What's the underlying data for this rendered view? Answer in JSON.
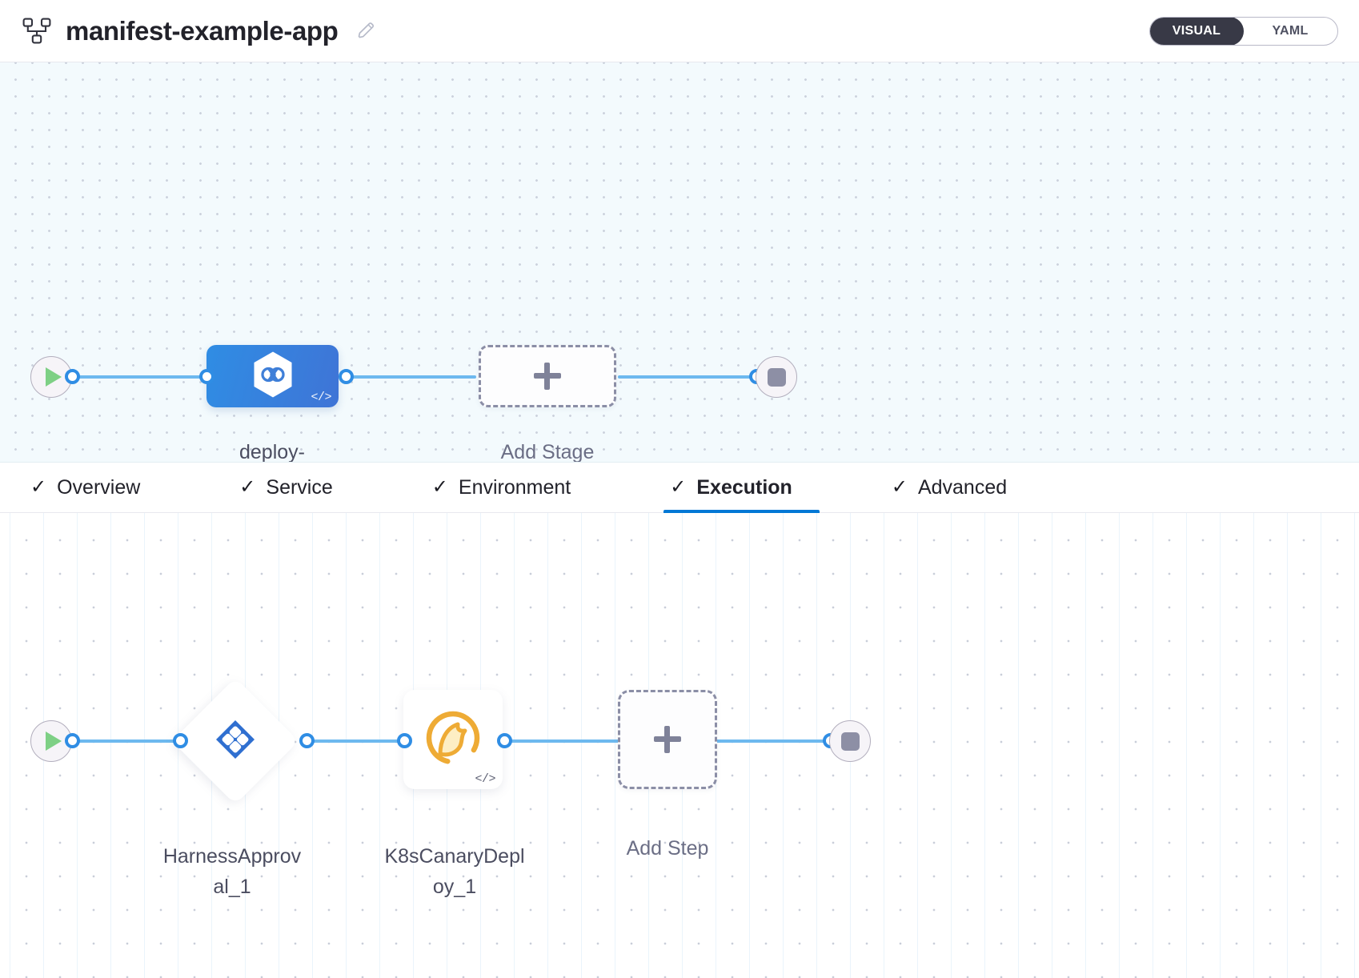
{
  "header": {
    "pipeline_icon": "pipeline-hierarchy-icon",
    "title": "manifest-example-app",
    "edit_icon": "pencil-edit-icon",
    "mode_toggle": {
      "options": [
        {
          "label": "VISUAL",
          "active": true
        },
        {
          "label": "YAML",
          "active": false
        }
      ],
      "active_bg": "#383946",
      "active_fg": "#ffffff"
    }
  },
  "stage_canvas": {
    "background": "#f3fafd",
    "start_node": {
      "icon": "play-icon",
      "color": "#7ed085"
    },
    "end_node": {
      "icon": "stop-icon",
      "color": "#8d8fa5"
    },
    "stage": {
      "label": "deploy-\nguestbook",
      "icon": "harness-deployment-hexagon-icon",
      "code_badge": "</>",
      "gradient_from": "#2f8de4",
      "gradient_to": "#3f74d6"
    },
    "add_stage": {
      "label": "Add Stage",
      "icon": "plus-icon"
    }
  },
  "tabs": [
    {
      "label": "Overview",
      "check": "✓",
      "active": false
    },
    {
      "label": "Service",
      "check": "✓",
      "active": false
    },
    {
      "label": "Environment",
      "check": "✓",
      "active": false
    },
    {
      "label": "Execution",
      "check": "✓",
      "active": true
    },
    {
      "label": "Advanced",
      "check": "✓",
      "active": false
    }
  ],
  "tab_accent": "#0278d5",
  "step_canvas": {
    "background": "#ffffff",
    "start_node": {
      "icon": "play-icon",
      "color": "#7ed085"
    },
    "end_node": {
      "icon": "stop-icon",
      "color": "#8d8fa5"
    },
    "steps": [
      {
        "label": "HarnessApprov\nal_1",
        "shape": "diamond",
        "icon": "harness-approval-icon",
        "icon_color": "#2f6fd0",
        "code_badge": ""
      },
      {
        "label": "K8sCanaryDepl\noy_1",
        "shape": "square",
        "icon": "canary-bird-icon",
        "icon_color": "#eeab35",
        "code_badge": "</>"
      }
    ],
    "add_step": {
      "label": "Add Step",
      "icon": "plus-icon"
    }
  },
  "colors": {
    "edge": "#6db9ef",
    "port_ring": "#2f8de4",
    "dashed_border": "#8b8ea6",
    "label_text": "#4b4d60"
  }
}
